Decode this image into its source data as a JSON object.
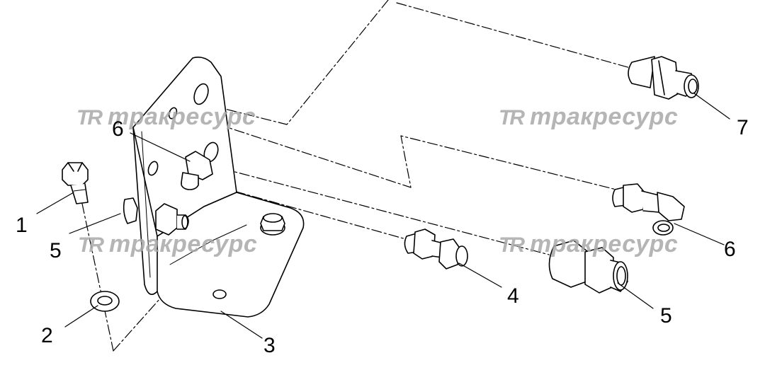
{
  "callouts": [
    {
      "id": "c1",
      "text": "1"
    },
    {
      "id": "c2",
      "text": "2"
    },
    {
      "id": "c3",
      "text": "3"
    },
    {
      "id": "c4",
      "text": "4"
    },
    {
      "id": "c5a",
      "text": "5"
    },
    {
      "id": "c5b",
      "text": "5"
    },
    {
      "id": "c6a",
      "text": "6"
    },
    {
      "id": "c6b",
      "text": "6"
    },
    {
      "id": "c7",
      "text": "7"
    }
  ],
  "watermark": {
    "logo_text": "TR",
    "brand_text": "тракресурс",
    "color": "#a9a9a9"
  },
  "colors": {
    "line": "#000000",
    "background": "#ffffff"
  }
}
